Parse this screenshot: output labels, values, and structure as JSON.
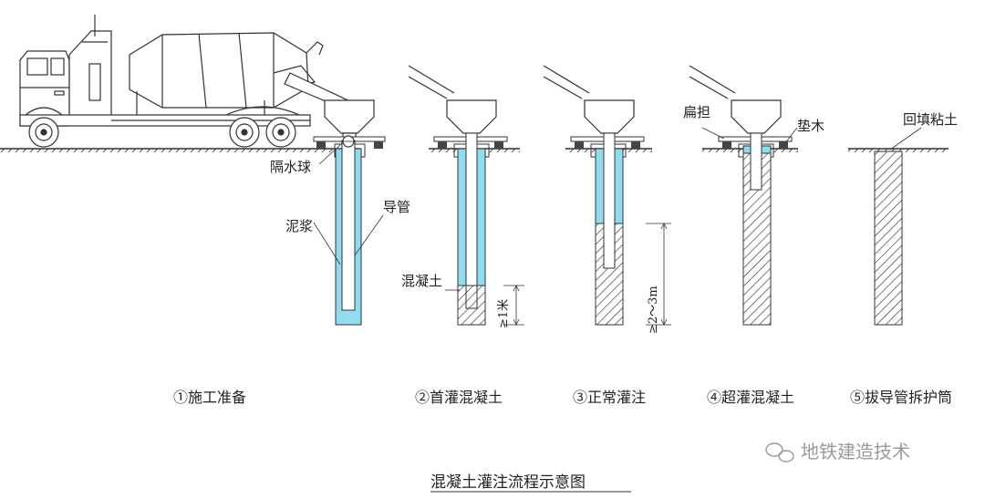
{
  "title": "混凝土灌注流程示意图",
  "watermark": "地铁建造技术",
  "steps": [
    "①施工准备",
    "②首灌混凝土",
    "③正常灌注",
    "④超灌混凝土",
    "⑤拔导管拆护筒"
  ],
  "labels": {
    "plug_ball": "隔水球",
    "slurry": "泥浆",
    "tremie_pipe": "导管",
    "concrete": "混凝土",
    "first_depth": "≥1米",
    "embed_depth": "≥2～3m",
    "carrying_pole": "扁担",
    "sleeper": "垫木",
    "backfill_clay": "回填粘土"
  },
  "colors": {
    "slurry": "#8fdcf0",
    "line": "#333333",
    "watermark": "#9a9a9a"
  }
}
